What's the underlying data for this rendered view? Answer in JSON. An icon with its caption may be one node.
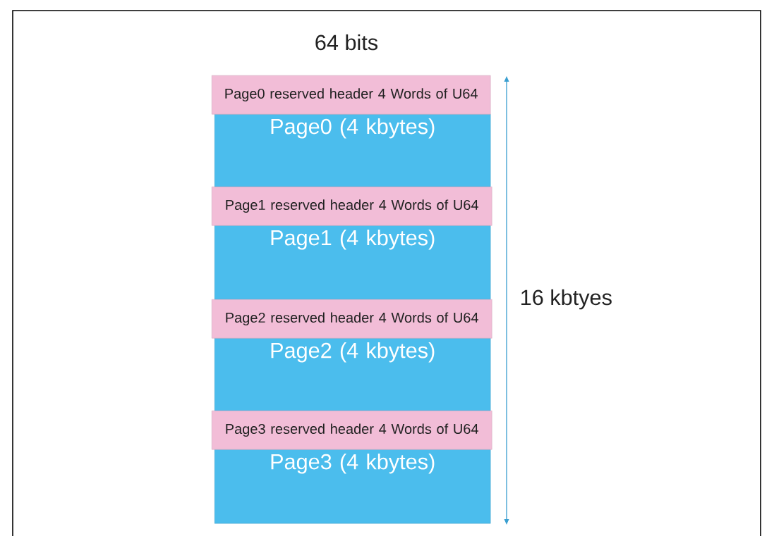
{
  "diagram": {
    "nodes": [
      {
        "text": [
          "Page0 reserved header 4 Words of U64"
        ]
      },
      {
        "text": [
          "Page0 (4 kbytes)"
        ]
      },
      {
        "text": [
          "Page1 reserved header 4 Words of U64"
        ]
      },
      {
        "text": [
          "Page1 (4 kbytes)"
        ]
      },
      {
        "text": [
          "Page2 reserved header 4 Words of U64"
        ]
      },
      {
        "text": [
          "Page2 (4 kbytes)"
        ]
      },
      {
        "text": [
          "Page3 reserved header 4 Words of U64"
        ]
      },
      {
        "text": [
          "Page3 (4 kbytes)"
        ]
      }
    ],
    "labels": [
      "64 bits",
      "16 kbtyes"
    ]
  }
}
